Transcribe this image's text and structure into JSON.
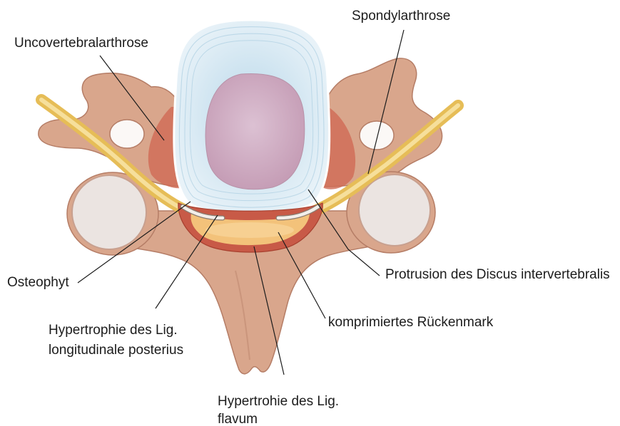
{
  "labels": {
    "uncovertebral": "Uncovertebralarthrose",
    "spondyl": "Spondylarthrose",
    "osteophyt": "Osteophyt",
    "protrusion": "Protrusion des Discus intervertebralis",
    "rueckenmark": "komprimiertes Rückenmark",
    "lig_long_line1": "Hypertrophie des Lig.",
    "lig_long_line2": "longitudinale posterius",
    "lig_flavum_line1": "Hypertrohie des Lig.",
    "lig_flavum_line2": "flavum"
  },
  "colors": {
    "background": "#ffffff",
    "bone": "#d9a68c",
    "facet": "#ebe4e1",
    "disc_inner": "#b9d8ea",
    "disc_outer": "#e8f2f8",
    "nucleus_center": "#dcc1d3",
    "nucleus_edge": "#c49bb4",
    "inflamed": "#cf6a55",
    "canal_border": "#c85a47",
    "cord": "#f3c27a",
    "cord_highlight": "#f9dda6",
    "nerve": "#e6bd57",
    "nerve_core": "#f7e2a3",
    "leader_line": "#1c1c1c",
    "text": "#1c1c1c"
  }
}
